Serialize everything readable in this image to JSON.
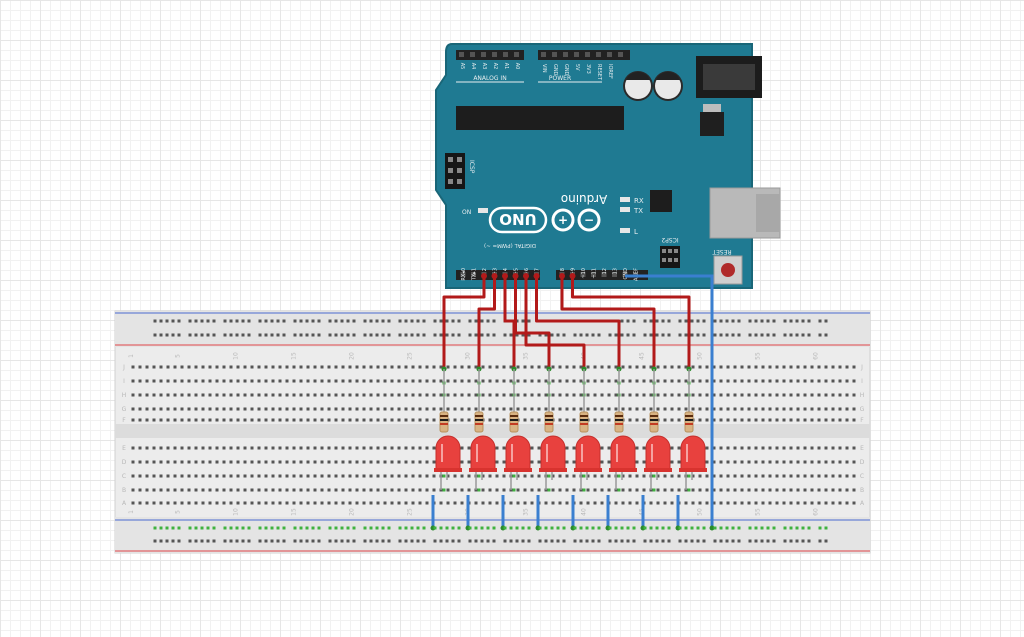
{
  "board": {
    "brand": "Arduino",
    "model": "UNO",
    "on_label": "ON",
    "rx_label": "RX",
    "tx_label": "TX",
    "l_label": "L",
    "icsp_label": "ICSP",
    "icsp2_label": "ICSP2",
    "reset_label": "RESET",
    "analog_label": "ANALOG IN",
    "power_label": "POWER",
    "digital_label": "DIGITAL (PWM= ~)",
    "analog_pins": [
      "A5",
      "A4",
      "A3",
      "A2",
      "A1",
      "A0"
    ],
    "power_pins": [
      "VIN",
      "GND",
      "GND",
      "5V",
      "3V3",
      "RESET",
      "IOREF"
    ],
    "digital_pins": [
      "RX◂0",
      "TX▸1",
      "2",
      "~3",
      "4",
      "~5",
      "~6",
      "7",
      "8",
      "~9",
      "~10",
      "~11",
      "12",
      "13",
      "GND",
      "AREF"
    ]
  },
  "breadboard": {
    "column_numbers": [
      "1",
      "5",
      "10",
      "15",
      "20",
      "25",
      "30",
      "35",
      "40",
      "45",
      "50",
      "55",
      "60"
    ],
    "row_letters_top": [
      "J",
      "I",
      "H",
      "G",
      "F"
    ],
    "row_letters_bottom": [
      "E",
      "D",
      "C",
      "B",
      "A"
    ]
  },
  "circuit": {
    "led_count": 8,
    "led_color": "#e8413e",
    "signal_wire_color": "#b21a1a",
    "ground_wire_color": "#3a7fd0",
    "resistor_count": 8
  },
  "colors": {
    "board": "#1f7a92",
    "board_edge": "#196678",
    "breadboard": "#ececec",
    "rail_red": "#e0464a",
    "rail_blue": "#4a6ad0"
  }
}
